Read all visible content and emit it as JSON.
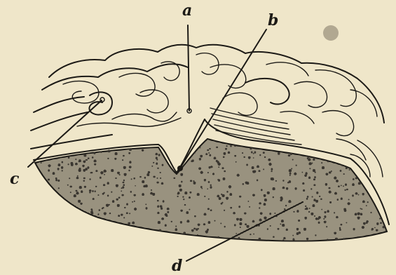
{
  "figure": {
    "labels": [
      {
        "id": "a",
        "text": "a"
      },
      {
        "id": "b",
        "text": "b"
      },
      {
        "id": "c",
        "text": "c"
      },
      {
        "id": "d",
        "text": "d"
      }
    ],
    "colors": {
      "paper": "#efe6c9",
      "ink": "#1c1a16",
      "stipple": "#3a3630"
    }
  }
}
